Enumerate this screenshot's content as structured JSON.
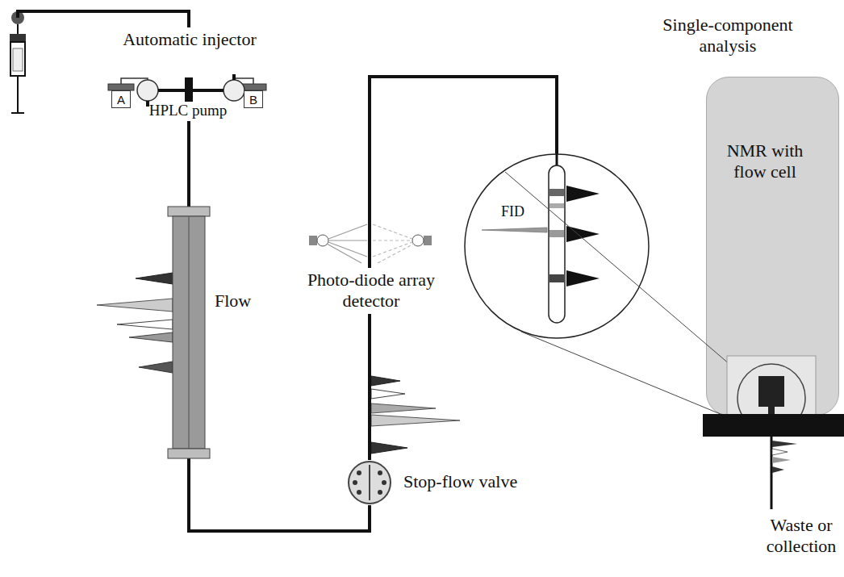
{
  "diagram": {
    "nodes": [
      {
        "text": [
          "A"
        ]
      },
      {
        "text": [
          "B"
        ]
      },
      {
        "text": [
          "Flow"
        ]
      },
      {
        "text": [
          "Stop-flow valve"
        ]
      },
      {
        "text": [
          "Single-component analysis",
          "FID"
        ]
      },
      {
        "text": [
          "NMR with flow cell"
        ]
      }
    ],
    "edges": [
      {
        "from": 2,
        "to": 3,
        "arrow": "none"
      },
      {
        "from": 3,
        "to": 4,
        "arrow": "none"
      }
    ],
    "labels": [
      "Automatic injector",
      "HPLC pump",
      "Photo-diode array detector",
      "Waste or collection"
    ]
  }
}
